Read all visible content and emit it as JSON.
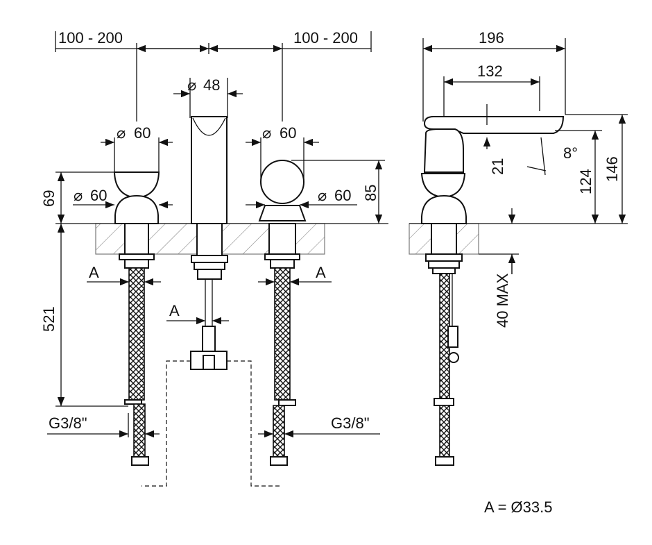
{
  "front_view": {
    "spacing_left": "100 - 200",
    "spacing_right": "100 - 200",
    "spout_diameter": "48",
    "left_handle_diameter": "60",
    "right_handle_diameter": "60",
    "left_base_diameter": "60",
    "right_base_diameter": "60",
    "left_handle_height": "69",
    "right_handle_height": "85",
    "hose_length": "521",
    "hose_ref_left": "A",
    "hose_ref_center": "A",
    "hose_ref_right": "A",
    "connection_left": "G3/8\"",
    "connection_right": "G3/8\""
  },
  "side_view": {
    "overall_depth": "196",
    "spout_reach": "132",
    "spout_outlet_height": "21",
    "spout_angle": "8°",
    "outlet_height": "124",
    "overall_height": "146",
    "deck_thickness": "40 MAX"
  },
  "legend": {
    "note": "A = Ø33.5"
  },
  "symbols": {
    "diameter": "⌀"
  }
}
